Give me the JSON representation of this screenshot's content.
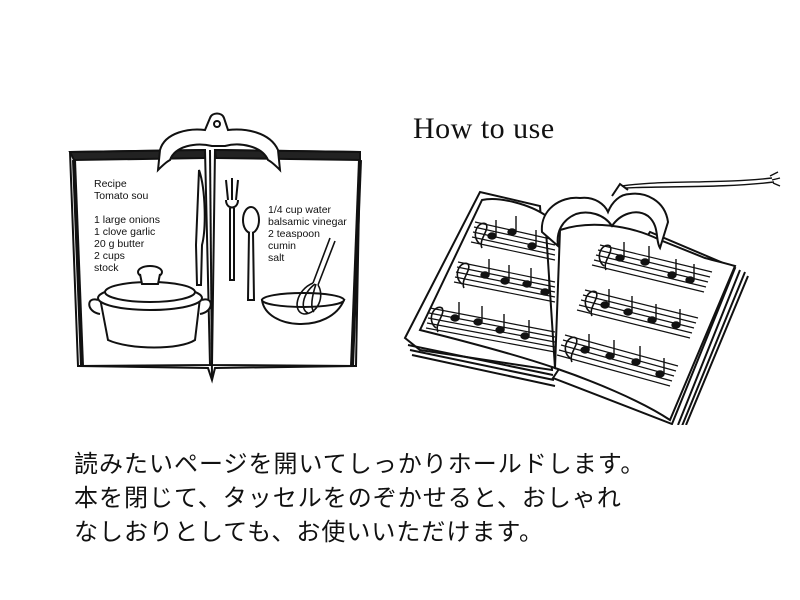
{
  "title": "How to use",
  "recipe": {
    "left_lines": [
      "Recipe",
      "Tomato sou",
      "",
      "1 large onions",
      "1 clove garlic",
      "20 g butter",
      "2 cups",
      "stock"
    ],
    "right_lines": [
      "1/4 cup water",
      "balsamic vinegar",
      "2 teaspoon",
      "cumin",
      "salt"
    ]
  },
  "caption": {
    "lines": [
      "読みたいページを開いてしっかりホールドします。",
      "本を閉じて、タッセルをのぞかせると、おしゃれ",
      "なしおりとしても、お使いいただけます。"
    ]
  },
  "icons": [
    "bookmark-clip-icon",
    "fork-icon",
    "knife-icon",
    "spoon-icon",
    "whisk-icon",
    "pot-icon",
    "bowl-icon",
    "music-note-icon",
    "tassel-icon"
  ]
}
